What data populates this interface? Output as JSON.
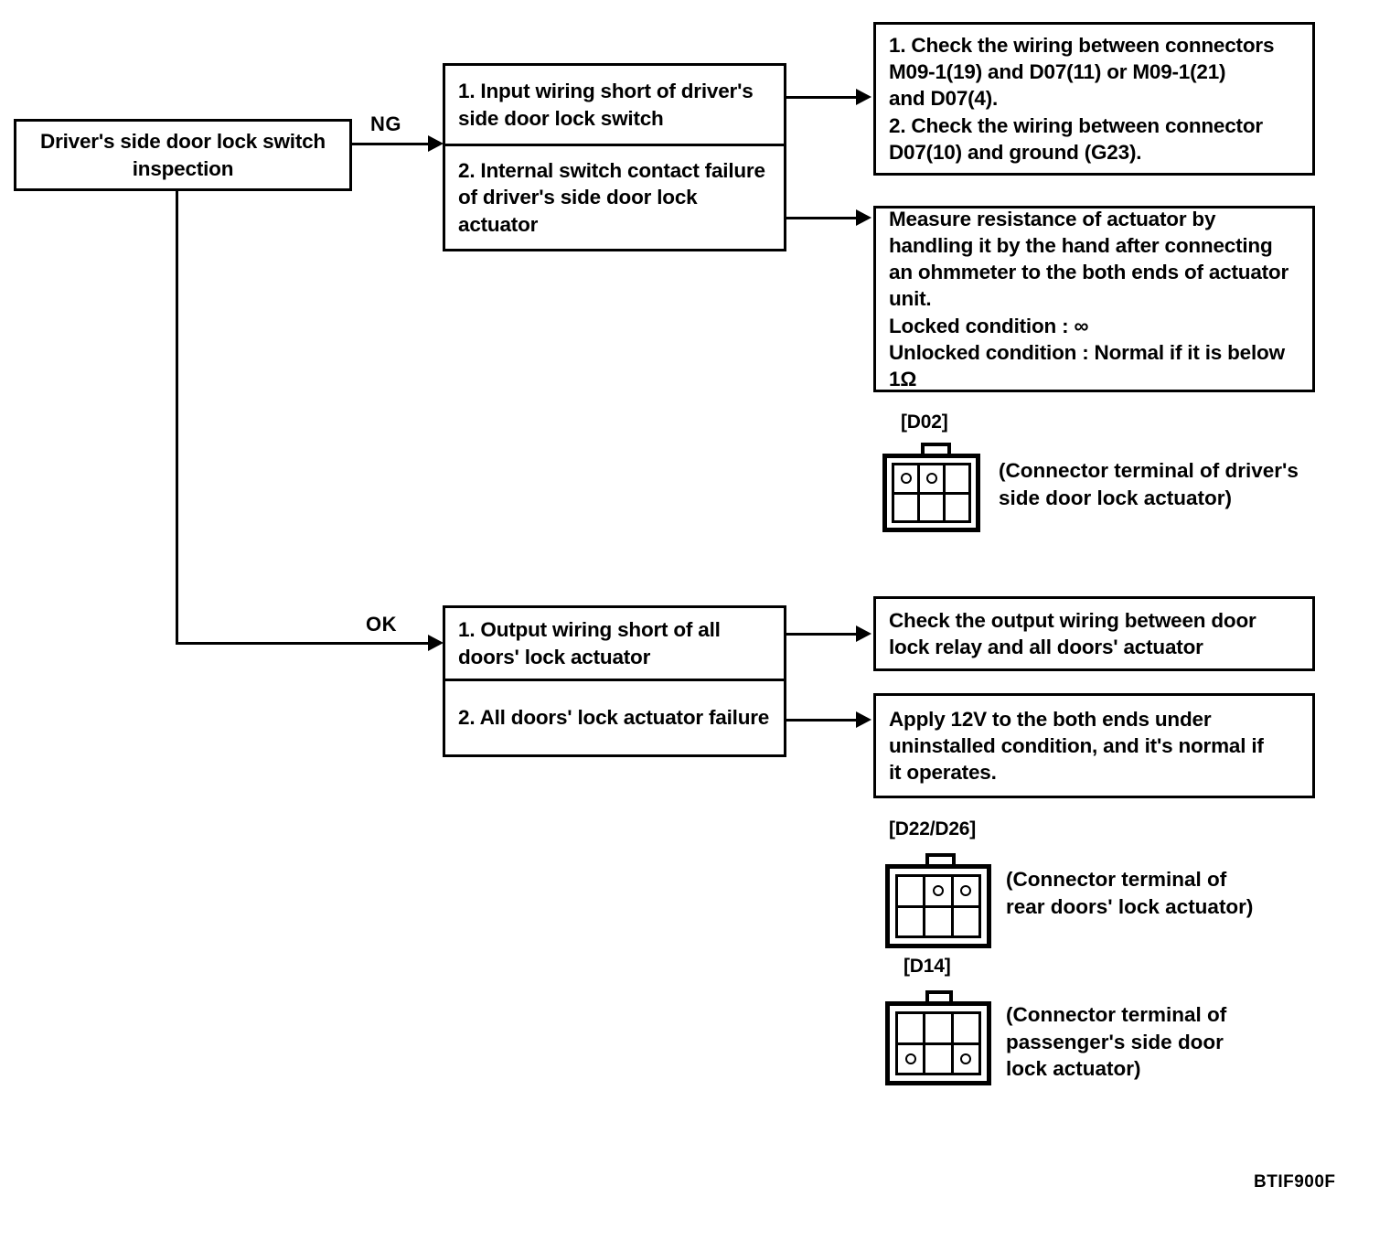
{
  "diagram": {
    "title_box": {
      "text": "Driver's side door lock switch\ninspection"
    },
    "branches": [
      {
        "label": "NG"
      },
      {
        "label": "OK"
      }
    ],
    "ng_causes": [
      {
        "text": "1. Input wiring short of driver's\n side door lock switch"
      },
      {
        "text": "2. Internal switch contact failure\n of driver's side door lock\n actuator"
      }
    ],
    "ok_causes": [
      {
        "text": "1. Output wiring short of all\n doors' lock actuator"
      },
      {
        "text": "2. All doors' lock actuator failure"
      }
    ],
    "ng_actions": [
      {
        "text": "1. Check the wiring between connectors\n M09-1(19) and D07(11) or M09-1(21)\n and D07(4).\n2. Check the wiring between connector\n D07(10) and ground (G23)."
      },
      {
        "text": "Measure resistance of actuator by\nhandling it by the hand after connecting\nan ohmmeter to the both ends of actuator\nunit.\nLocked condition : ∞\nUnlocked condition : Normal if it is below 1Ω"
      }
    ],
    "ok_actions": [
      {
        "text": "Check the output wiring between door\nlock relay and all doors' actuator"
      },
      {
        "text": "Apply 12V to the both ends under\nuninstalled condition, and it's normal if\nit operates."
      }
    ],
    "connectors": [
      {
        "code": "[D02]",
        "caption": "(Connector terminal of driver's\n  side door lock actuator)",
        "pins": [
          true,
          true,
          false,
          false,
          false,
          false
        ]
      },
      {
        "code": "[D22/D26]",
        "caption": "(Connector terminal of\n   rear doors' lock actuator)",
        "pins": [
          false,
          true,
          true,
          false,
          false,
          false
        ]
      },
      {
        "code": "[D14]",
        "caption": "(Connector terminal of\n   passenger's side door\n   lock actuator)",
        "pins": [
          false,
          false,
          false,
          true,
          false,
          true
        ]
      }
    ],
    "figure_code": "BTIF900F"
  }
}
